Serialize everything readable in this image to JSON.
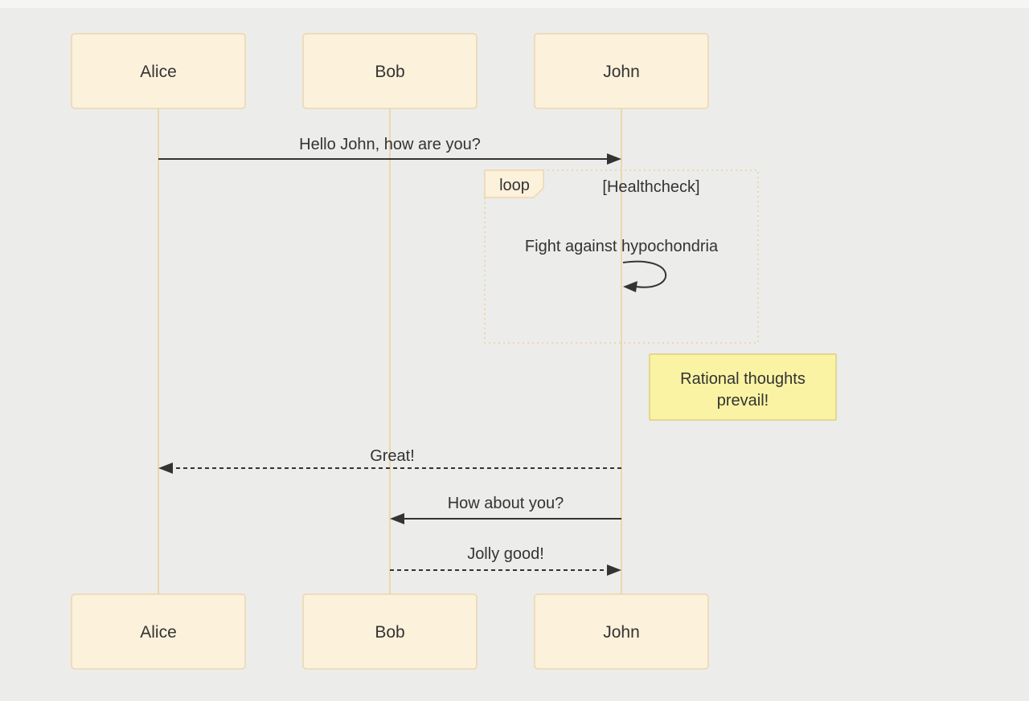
{
  "diagram": {
    "type": "sequence-diagram",
    "actors": [
      {
        "name": "Alice"
      },
      {
        "name": "Bob"
      },
      {
        "name": "John"
      }
    ],
    "messages": [
      {
        "from": "Alice",
        "to": "John",
        "text": "Hello John, how are you?",
        "line": "solid",
        "arrow": "filled"
      },
      {
        "from": "John",
        "to": "John",
        "text": "Fight against hypochondria",
        "line": "self",
        "arrow": "filled"
      },
      {
        "from": "John",
        "to": "Alice",
        "text": "Great!",
        "line": "dashed",
        "arrow": "filled"
      },
      {
        "from": "John",
        "to": "Bob",
        "text": "How about you?",
        "line": "solid",
        "arrow": "filled"
      },
      {
        "from": "Bob",
        "to": "John",
        "text": "Jolly good!",
        "line": "dashed",
        "arrow": "filled"
      }
    ],
    "loop_block": {
      "label": "loop",
      "condition": "[Healthcheck]"
    },
    "note": {
      "position": "right of John",
      "line1": "Rational thoughts",
      "line2": "prevail!"
    },
    "colors": {
      "background": "#ececea",
      "actor_fill": "#fcf1db",
      "actor_border": "#ecd7ae",
      "lifeline": "#ecd7ae",
      "loop_border": "#ecd7ae",
      "note_fill": "#faf3a3",
      "note_border": "#ddd07c",
      "arrow": "#333333",
      "text": "#333333"
    }
  }
}
